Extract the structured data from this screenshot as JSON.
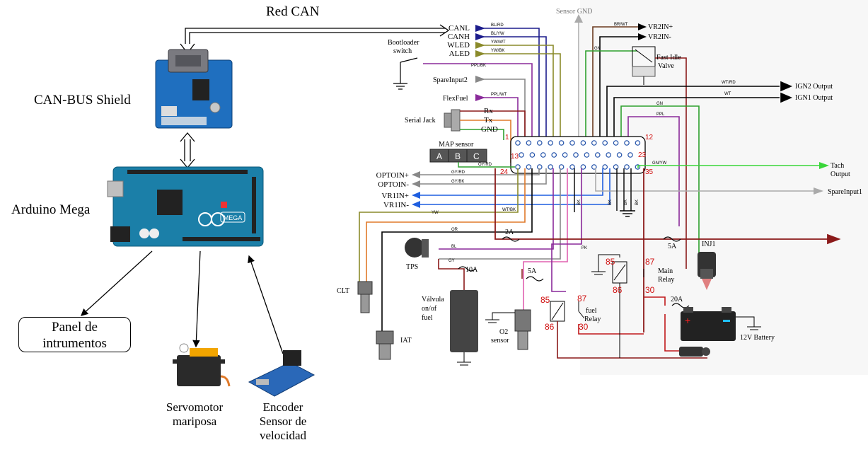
{
  "left": {
    "red_can": "Red CAN",
    "can_shield": "CAN-BUS Shield",
    "arduino": "Arduino Mega",
    "panel_line1": "Panel de",
    "panel_line2": "intrumentos",
    "servo_line1": "Servomotor",
    "servo_line2": "mariposa",
    "encoder_line1": "Encoder",
    "encoder_line2": "Sensor de",
    "encoder_line3": "velocidad",
    "board_mega": "MEGA"
  },
  "schematic": {
    "sensor_gnd": "Sensor GND",
    "canl": "CANL",
    "canh": "CANH",
    "wled": "WLED",
    "aled": "ALED",
    "bootloader1": "Bootloader",
    "bootloader2": "switch",
    "spareinput2": "SpareInput2",
    "flexfuel": "FlexFuel",
    "serial_jack": "Serial Jack",
    "rx": "Rx",
    "tx": "Tx",
    "gnd": "GND",
    "map_sensor": "MAP sensor",
    "map_a": "A",
    "map_b": "B",
    "map_c": "C",
    "optoin_p": "OPTOIN+",
    "optoin_m": "OPTOIN-",
    "vr1in_p": "VR1IN+",
    "vr1in_m": "VR1IN-",
    "vr2in_p": "VR2IN+",
    "vr2in_m": "VR2IN-",
    "fast_idle1": "Fast Idle",
    "fast_idle2": "Valve",
    "ign2": "IGN2 Output",
    "ign1": "IGN1 Output",
    "tach1": "Tach",
    "tach2": "Output",
    "spareinput1": "SpareInput1",
    "pin1": "1",
    "pin12": "12",
    "pin13": "13",
    "pin23": "23",
    "pin24": "24",
    "pin35": "35",
    "tps": "TPS",
    "clt": "CLT",
    "iat": "IAT",
    "valv1": "Válvula",
    "valv2": "on/of",
    "valv3": "fuel",
    "o2_1": "O2",
    "o2_2": "sensor",
    "fuse_2a": "2A",
    "fuse_10a": "10A",
    "fuse_5a_a": "5A",
    "fuse_5a_b": "5A",
    "fuse_20a": "20A",
    "r85a": "85",
    "r86a": "86",
    "r87a": "87",
    "r30a": "30",
    "r85b": "85",
    "r86b": "86",
    "r87b": "87",
    "r30b": "30",
    "main_relay1": "Main",
    "main_relay2": "Relay",
    "fuel_relay1": "fuel",
    "fuel_relay2": "Relay",
    "inj1": "INJ1",
    "battery": "12V Battery",
    "w_bl_rd": "BL/RD",
    "w_bl_yw": "BL/YW",
    "w_yw_wt": "YW/WT",
    "w_yw_bk": "YW/BK",
    "w_ppl_bk": "PPL/BK",
    "w_ppl_wt": "PPL/WT",
    "w_br_wt": "BR/WT",
    "w_gn": "GN",
    "w_wt_rd": "WT/RD",
    "w_wt": "WT",
    "w_gn2": "GN",
    "w_ppl": "PPL",
    "w_gy_rd": "GY/RD",
    "w_gy_bk": "GY/BK",
    "w_gn_yw": "GN/YW",
    "w_oy_rd": "OY/RD",
    "w_wt_bk": "WT/BK",
    "w_yw": "YW",
    "w_or": "OR",
    "w_bl": "BL",
    "w_gy": "GY",
    "w_pk": "PK",
    "w_bk1": "BK",
    "w_bk2": "BK",
    "w_bk3": "BK",
    "w_bk4": "BK"
  },
  "colors": {
    "canl": "#1c1c8c",
    "canh": "#1c1c8c",
    "wled": "#8a8a2a",
    "aled": "#8a8a2a",
    "ppl": "#8a2a9a",
    "red": "#c0191b",
    "darkred": "#8b1a1a",
    "green": "#2ea02e",
    "tach": "#3ad63a",
    "blue": "#1f5fe0",
    "gray": "#888888",
    "brown": "#6b3a1f",
    "pink": "#e060b0",
    "orange": "#e07a2a"
  }
}
